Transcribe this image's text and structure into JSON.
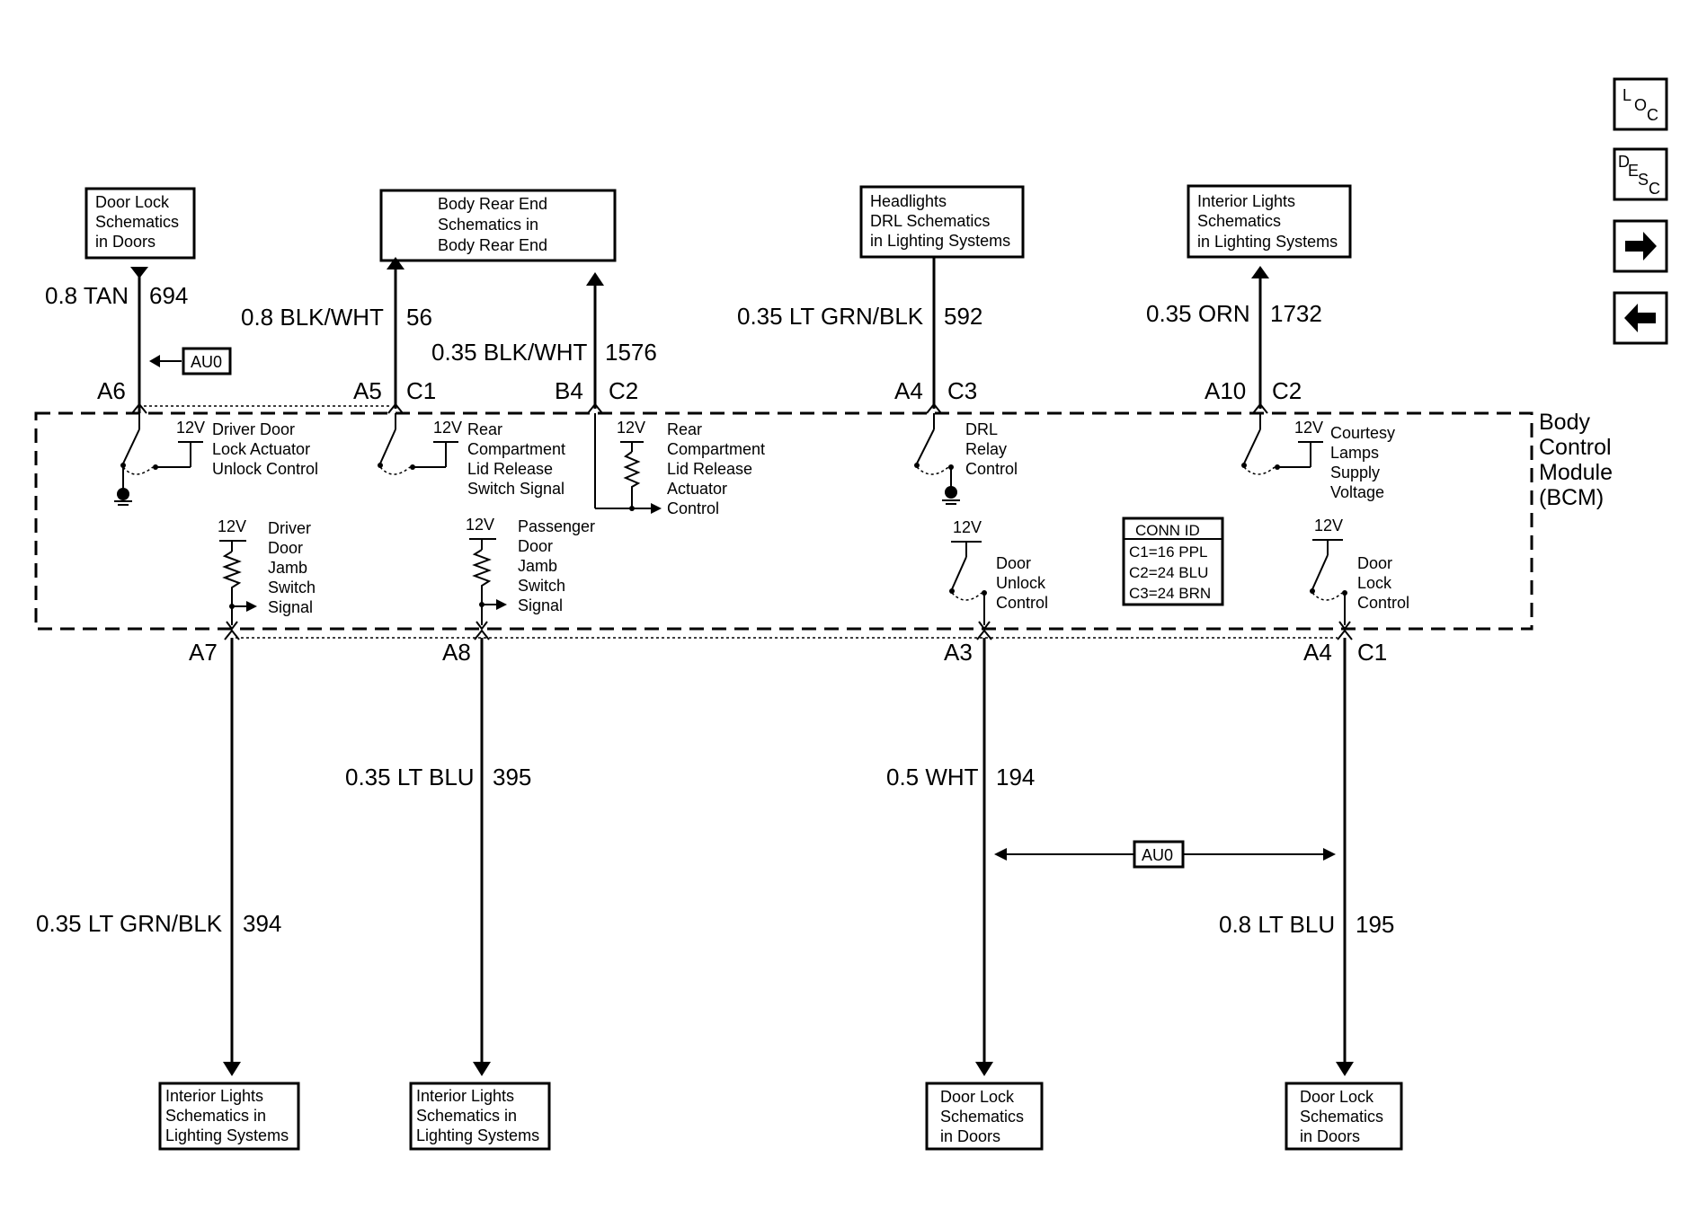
{
  "nav": {
    "loc": {
      "a": "L",
      "b": "O",
      "c": "C"
    },
    "desc": {
      "a": "D",
      "b": "E",
      "c": "S",
      "d": "C"
    }
  },
  "module": {
    "l1": "Body",
    "l2": "Control",
    "l3": "Module",
    "l4": "(BCM)"
  },
  "conn_id": {
    "title": "CONN ID",
    "c1": "C1=16 PPL",
    "c2": "C2=24 BLU",
    "c3": "C3=24 BRN"
  },
  "option_code": "AU0",
  "supply": "12V",
  "boxes": {
    "top_door_lock": [
      "Door Lock",
      "Schematics",
      "in Doors"
    ],
    "top_body_rear": [
      "Body Rear End",
      "Schematics in",
      "Body Rear End"
    ],
    "top_headlights": [
      "Headlights",
      "DRL Schematics",
      "in Lighting Systems"
    ],
    "top_interior": [
      "Interior Lights",
      "Schematics",
      "in Lighting Systems"
    ],
    "bot_interior_1": [
      "Interior Lights",
      "Schematics in",
      "Lighting Systems"
    ],
    "bot_interior_2": [
      "Interior Lights",
      "Schematics in",
      "Lighting Systems"
    ],
    "bot_door_lock_1": [
      "Door Lock",
      "Schematics",
      "in Doors"
    ],
    "bot_door_lock_2": [
      "Door Lock",
      "Schematics",
      "in Doors"
    ]
  },
  "wires": {
    "w694": {
      "color": "0.8 TAN",
      "circuit": "694"
    },
    "w56": {
      "color": "0.8 BLK/WHT",
      "circuit": "56"
    },
    "w1576": {
      "color": "0.35 BLK/WHT",
      "circuit": "1576"
    },
    "w592": {
      "color": "0.35 LT GRN/BLK",
      "circuit": "592"
    },
    "w1732": {
      "color": "0.35 ORN",
      "circuit": "1732"
    },
    "w395": {
      "color": "0.35 LT BLU",
      "circuit": "395"
    },
    "w194": {
      "color": "0.5 WHT",
      "circuit": "194"
    },
    "w394": {
      "color": "0.35 LT GRN/BLK",
      "circuit": "394"
    },
    "w195": {
      "color": "0.8 LT BLU",
      "circuit": "195"
    }
  },
  "pins": {
    "a6": "A6",
    "a5": "A5",
    "c1_top": "C1",
    "b4": "B4",
    "c2_top1": "C2",
    "a4_top": "A4",
    "c3_top": "C3",
    "a10": "A10",
    "c2_top2": "C2",
    "a7": "A7",
    "a8": "A8",
    "a3": "A3",
    "a4_bot": "A4",
    "c1_bot": "C1"
  },
  "internals": {
    "driver_lock": [
      "Driver Door",
      "Lock Actuator",
      "Unlock Control"
    ],
    "rear_switch": [
      "Rear",
      "Compartment",
      "Lid Release",
      "Switch Signal"
    ],
    "rear_actuator": [
      "Rear",
      "Compartment",
      "Lid Release",
      "Actuator",
      "Control"
    ],
    "drl": [
      "DRL",
      "Relay",
      "Control"
    ],
    "courtesy": [
      "Courtesy",
      "Lamps",
      "Supply",
      "Voltage"
    ],
    "driver_jamb": [
      "Driver",
      "Door",
      "Jamb",
      "Switch",
      "Signal"
    ],
    "pass_jamb": [
      "Passenger",
      "Door",
      "Jamb",
      "Switch",
      "Signal"
    ],
    "door_unlock": [
      "Door",
      "Unlock",
      "Control"
    ],
    "door_lock": [
      "Door",
      "Lock",
      "Control"
    ]
  }
}
